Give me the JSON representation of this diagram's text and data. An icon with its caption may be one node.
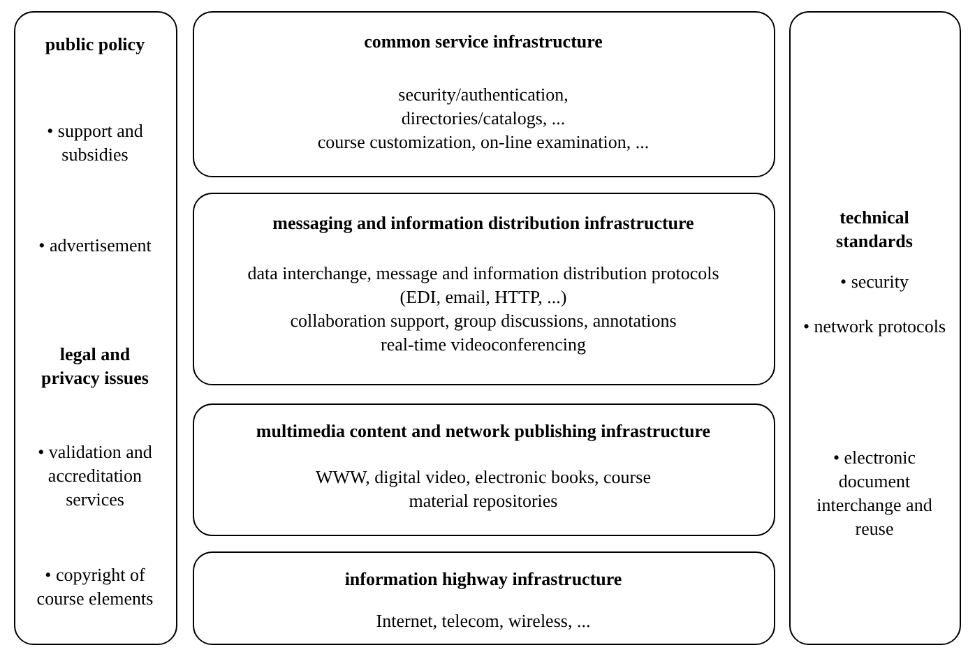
{
  "diagram": {
    "nodes": [
      {
        "text": [
          "public policy",
          "• support and subsidies",
          "• advertisement",
          "legal and privacy issues",
          "• validation and accreditation services",
          "• copyright of course elements"
        ]
      },
      {
        "text": [
          "common service infrastructure",
          "security/authentication,",
          "directories/catalogs, ...",
          "course customization, on-line examination, ..."
        ]
      },
      {
        "text": [
          "messaging and information distribution infrastructure",
          "data interchange, message and information distribution protocols (EDI, email, HTTP, ...)",
          "collaboration support, group discussions, annotations",
          "real-time videoconferencing"
        ]
      },
      {
        "text": [
          "multimedia content and network publishing infrastructure",
          "WWW, digital video, electronic books, course material repositories"
        ]
      },
      {
        "text": [
          "information highway infrastructure",
          "Internet, telecom, wireless, ..."
        ]
      },
      {
        "text": [
          "technical standards",
          "• security",
          "• network protocols",
          "• electronic document interchange and reuse"
        ]
      }
    ],
    "edges": []
  }
}
